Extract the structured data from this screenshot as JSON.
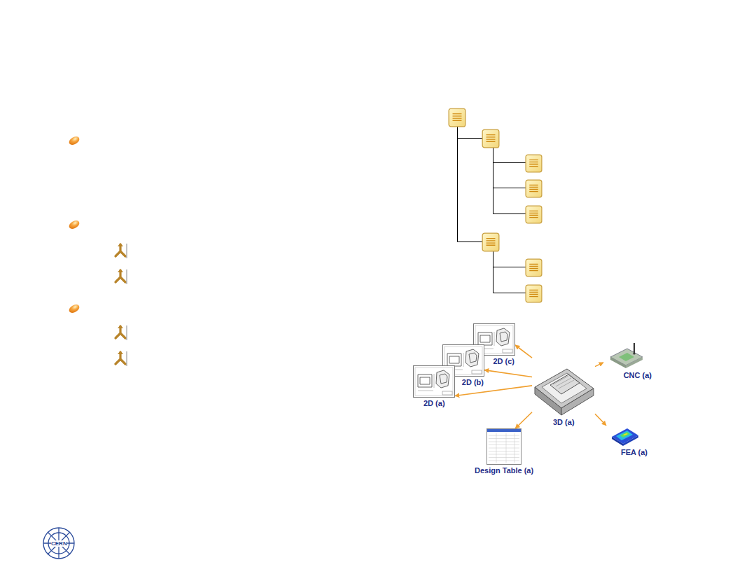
{
  "diagram": {
    "nodes": [
      {
        "text": [
          "2D (c)"
        ]
      },
      {
        "text": [
          "CNC (a)"
        ]
      },
      {
        "text": [
          "2D (b)"
        ]
      },
      {
        "text": [
          "2D (a)"
        ]
      },
      {
        "text": [
          "3D (a)"
        ]
      },
      {
        "text": [
          "FEA (a)"
        ]
      },
      {
        "text": [
          "Design Table (a)"
        ]
      }
    ],
    "edges": [
      {
        "from": 4,
        "to": 0,
        "arrow": "to"
      },
      {
        "from": 4,
        "to": 2,
        "arrow": "to"
      },
      {
        "from": 4,
        "to": 3,
        "arrow": "to"
      },
      {
        "from": 4,
        "to": 1,
        "arrow": "to"
      },
      {
        "from": 4,
        "to": 5,
        "arrow": "to"
      },
      {
        "from": 4,
        "to": 6,
        "arrow": "to"
      }
    ],
    "labels": [
      "CERN"
    ]
  }
}
